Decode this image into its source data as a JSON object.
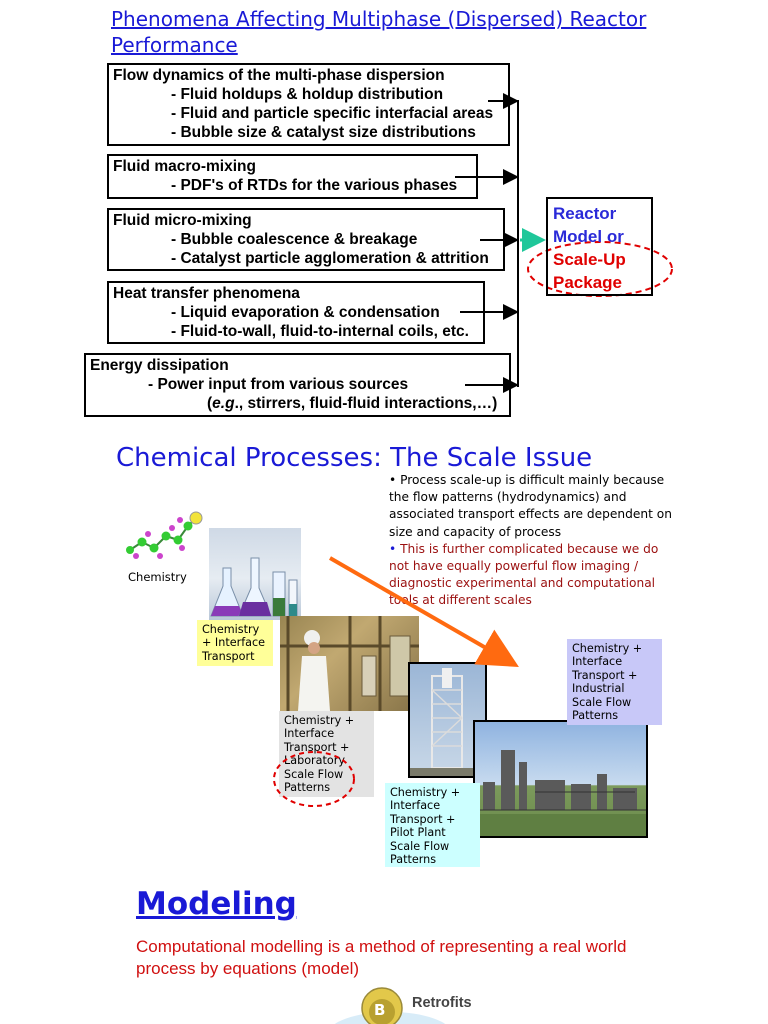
{
  "slide1": {
    "title_line1": "Phenomena Affecting Multiphase (Dispersed) Reactor",
    "title_line2": "Performance",
    "boxes": [
      {
        "heading": "Flow dynamics of the multi-phase dispersion",
        "items": [
          "- Fluid holdups & holdup distribution",
          "- Fluid and particle specific interfacial areas",
          "- Bubble size & catalyst size distributions"
        ]
      },
      {
        "heading": "Fluid macro-mixing",
        "items": [
          "- PDF's of RTDs for  the various phases"
        ]
      },
      {
        "heading": "Fluid micro-mixing",
        "items": [
          "- Bubble coalescence & breakage",
          "- Catalyst particle agglomeration & attrition"
        ]
      },
      {
        "heading": "Heat transfer phenomena",
        "items": [
          "- Liquid evaporation & condensation",
          "- Fluid-to-wall, fluid-to-internal coils, etc."
        ]
      },
      {
        "heading": "Energy dissipation",
        "items": [
          "- Power input from various sources"
        ],
        "last_prefix_open": "(",
        "last_italic": "e.g",
        "last_rest": "., stirrers, fluid-fluid interactions,…)"
      }
    ],
    "reactor": {
      "line1": "Reactor",
      "line2": "Model or",
      "line3": "Scale-Up",
      "line4": "Package"
    },
    "colors": {
      "title": "#1a1ad6",
      "arrow_teal": "#1fc79a",
      "reactor_blue": "#2a2ad8",
      "reactor_red": "#e00000"
    }
  },
  "slide2": {
    "title": "Chemical Processes: The Scale Issue",
    "bullet1": "• Process scale-up is difficult mainly because the flow patterns (hydrodynamics) and associated transport effects are dependent on size and capacity of process",
    "bullet2_mark": "•",
    "bullet2_text": " This is further complicated because we do not have equally powerful flow imaging / diagnostic experimental and computational tools at different scales",
    "chemistry_label": "Chemistry",
    "label_interface": "Chemistry + Interface Transport",
    "label_lab": "Chemistry + Interface Transport + Laboratory Scale Flow Patterns",
    "label_pilot": "Chemistry + Interface Transport + Pilot Plant Scale Flow Patterns",
    "label_industrial": "Chemistry + Interface Transport + Industrial Scale Flow Patterns",
    "colors": {
      "yellow": "#ffff99",
      "gray": "#e3e3e3",
      "cyan": "#ccffff",
      "lavender": "#c8c8f8",
      "arrow_orange": "#ff6a10"
    }
  },
  "slide3": {
    "title": "Modeling",
    "text": "Computational modelling is a method of representing a real world process by equations (model)",
    "badge_letter": "B",
    "retrofits": "Retrofits"
  }
}
